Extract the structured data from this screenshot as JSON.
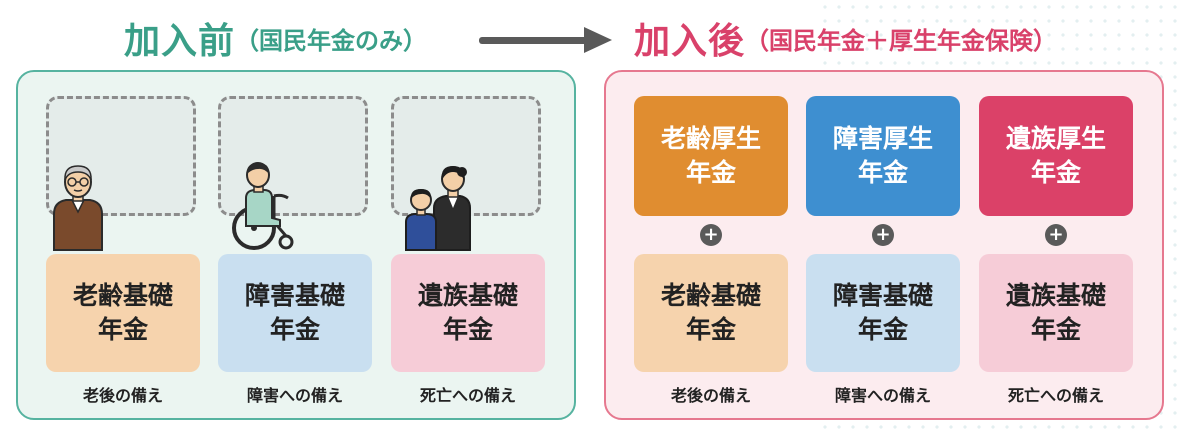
{
  "header": {
    "before_title": "加入前",
    "before_sub": "（国民年金のみ）",
    "after_title": "加入後",
    "after_sub": "（国民年金＋厚生年金保険）"
  },
  "before": {
    "cards": [
      {
        "line1": "老齢基礎",
        "line2": "年金",
        "caption": "老後の備え"
      },
      {
        "line1": "障害基礎",
        "line2": "年金",
        "caption": "障害への備え"
      },
      {
        "line1": "遺族基礎",
        "line2": "年金",
        "caption": "死亡への備え"
      }
    ]
  },
  "after": {
    "top_cards": [
      {
        "line1": "老齢厚生",
        "line2": "年金"
      },
      {
        "line1": "障害厚生",
        "line2": "年金"
      },
      {
        "line1": "遺族厚生",
        "line2": "年金"
      }
    ],
    "plus": "+",
    "cards": [
      {
        "line1": "老齢基礎",
        "line2": "年金",
        "caption": "老後の備え"
      },
      {
        "line1": "障害基礎",
        "line2": "年金",
        "caption": "障害への備え"
      },
      {
        "line1": "遺族基礎",
        "line2": "年金",
        "caption": "死亡への備え"
      }
    ]
  },
  "colors": {
    "before_accent": "#3a9f88",
    "after_accent": "#d9416a",
    "orange": "#e08d30",
    "blue": "#3e8fd0",
    "pink": "#db4168"
  },
  "icons": [
    "elderly-man-icon",
    "wheelchair-person-icon",
    "family-icon",
    "arrow-right-icon",
    "plus-icon"
  ]
}
